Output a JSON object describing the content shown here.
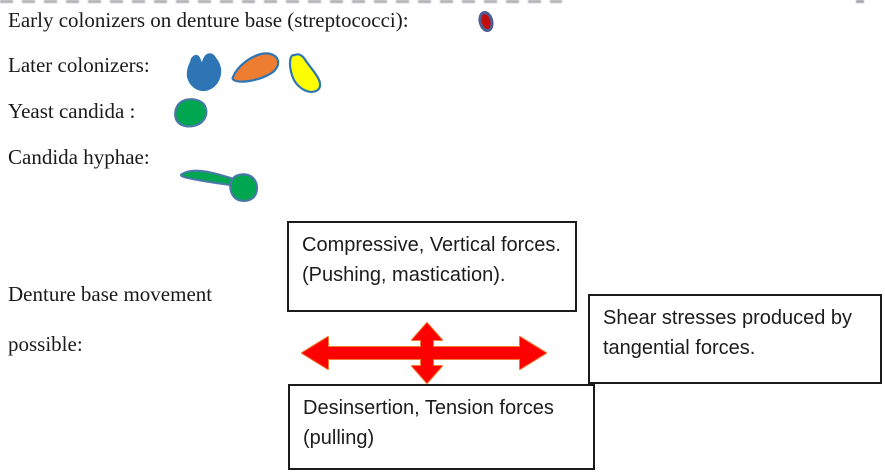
{
  "labels": {
    "early_colonizers": "Early colonizers on denture base (streptococci):",
    "later_colonizers": "Later colonizers:",
    "yeast_candida": "Yeast candida :",
    "candida_hyphae": "Candida hyphae:",
    "movement_line1": "Denture base movement",
    "movement_line2": "possible:"
  },
  "boxes": {
    "compressive": {
      "line1": "Compressive, Vertical forces.",
      "line2": "(Pushing, mastication)."
    },
    "shear": {
      "line1": "Shear stresses produced by",
      "line2": "tangential forces."
    },
    "desinsertion": {
      "line1": "Desinsertion, Tension forces",
      "line2": "(pulling)"
    }
  },
  "colors": {
    "text": "#1a1a1a",
    "box_border": "#1b1b1b",
    "strep_fill": "#c00000",
    "strep_outline": "#44548c",
    "blue_blob_fill": "#2e75b6",
    "orange_blob_fill": "#ed7d31",
    "yellow_blob_fill": "#ffff00",
    "blob_outline": "#2e75b6",
    "green_fill": "#00a750",
    "green_outline": "#4a78a8",
    "arrow_fill": "#ff0000",
    "arrow_outline": "#ed7d31"
  }
}
